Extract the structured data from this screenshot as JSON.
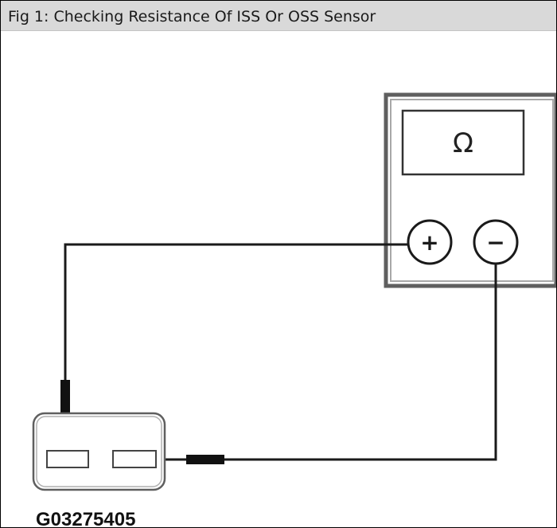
{
  "figure": {
    "caption": "Fig 1: Checking Resistance Of ISS Or OSS Sensor",
    "diagram_id": "G03275405"
  },
  "meter": {
    "display_symbol": "Ω",
    "positive_terminal_symbol": "+",
    "negative_terminal_symbol": "−"
  },
  "colors": {
    "caption_bar": "#d9d9d9",
    "wire": "#1a1a1a",
    "meter_body": "#666666",
    "probe_tip": "#111111"
  }
}
